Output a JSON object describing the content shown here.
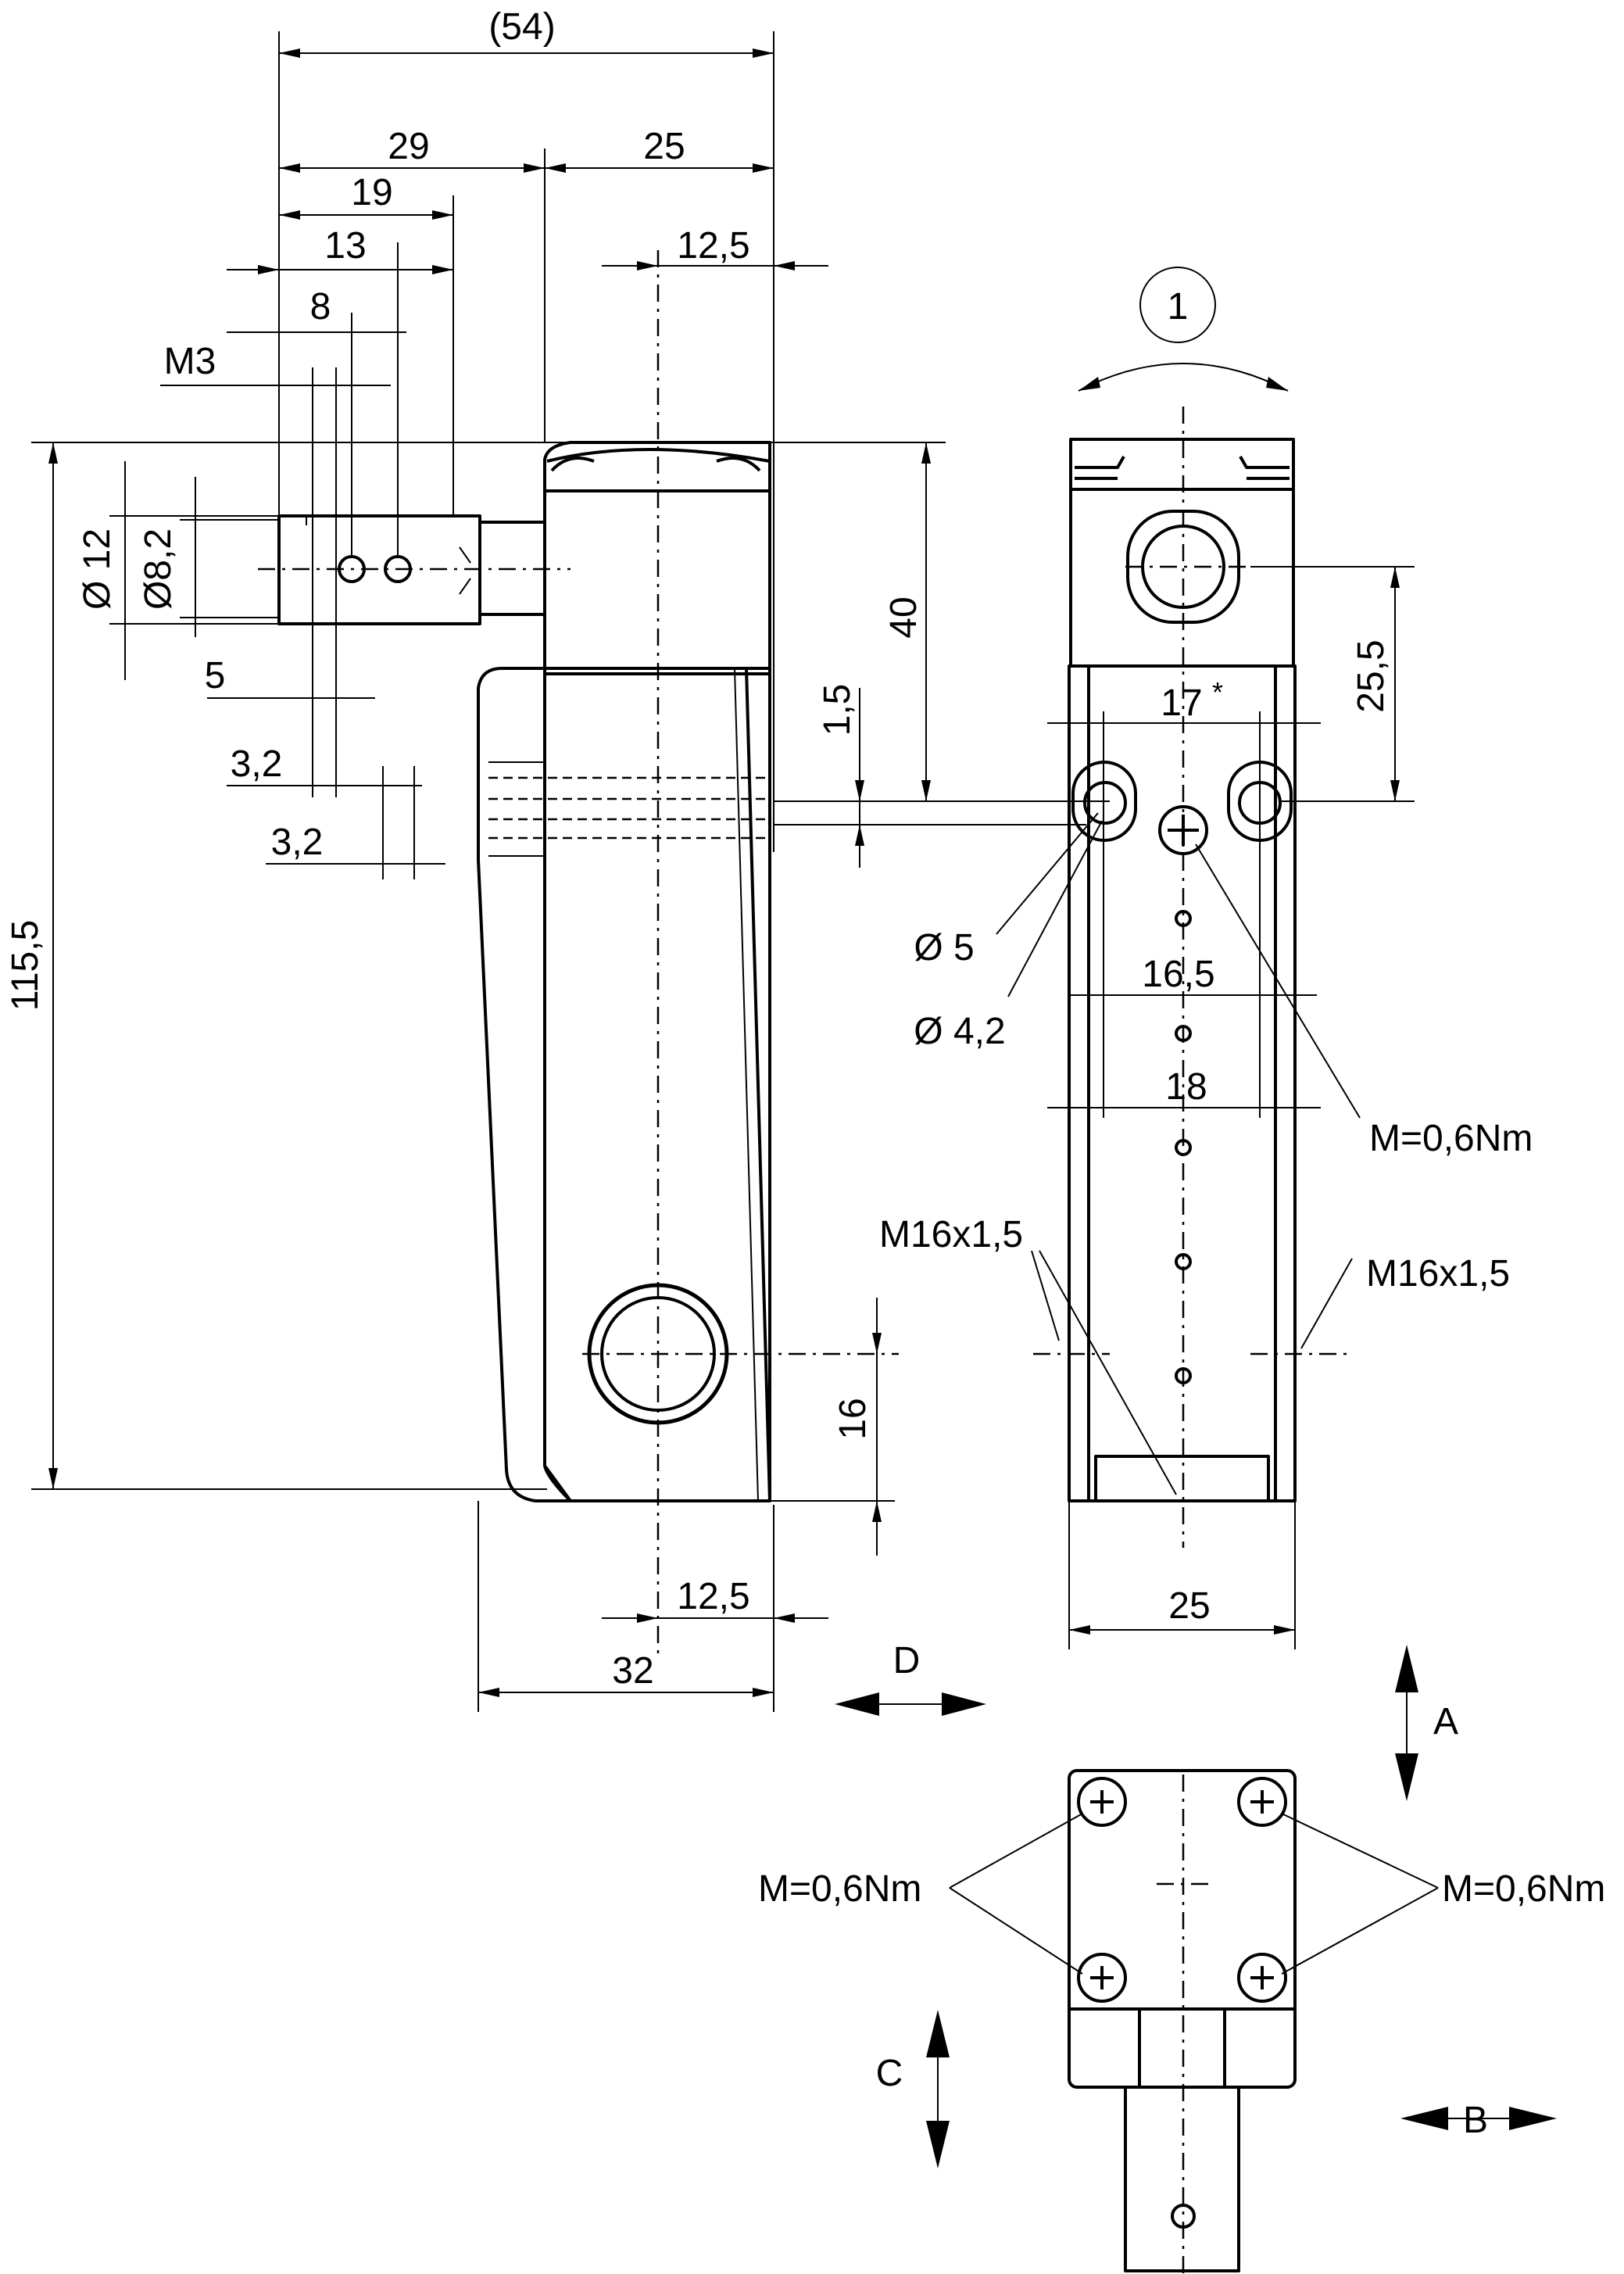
{
  "dimensions": {
    "overall_width": "(54)",
    "d29": "29",
    "d25_top": "25",
    "d19": "19",
    "d13": "13",
    "d12_5_top": "12,5",
    "d8": "8",
    "m3": "M3",
    "dia12": "Ø 12",
    "dia8_2": "Ø8,2",
    "d5": "5",
    "d3_2_a": "3,2",
    "d3_2_b": "3,2",
    "height_115_5": "115,5",
    "d40": "40",
    "d1_5": "1,5",
    "d16": "16",
    "d12_5_bottom": "12,5",
    "d32": "32",
    "d25_5": "25,5",
    "d17": "17",
    "d17_mark": "*",
    "dia5": "Ø 5",
    "dia4_2": "Ø 4,2",
    "d16_5": "16,5",
    "d18": "18",
    "torque_right": "M=0,6Nm",
    "thread_left": "M16x1,5",
    "thread_right": "M16x1,5",
    "d25_bottom": "25",
    "torque_bottom_left": "M=0,6Nm",
    "torque_bottom_right": "M=0,6Nm"
  },
  "labels": {
    "rotation_number": "1",
    "dir_a": "A",
    "dir_b": "B",
    "dir_c": "C",
    "dir_d": "D"
  }
}
